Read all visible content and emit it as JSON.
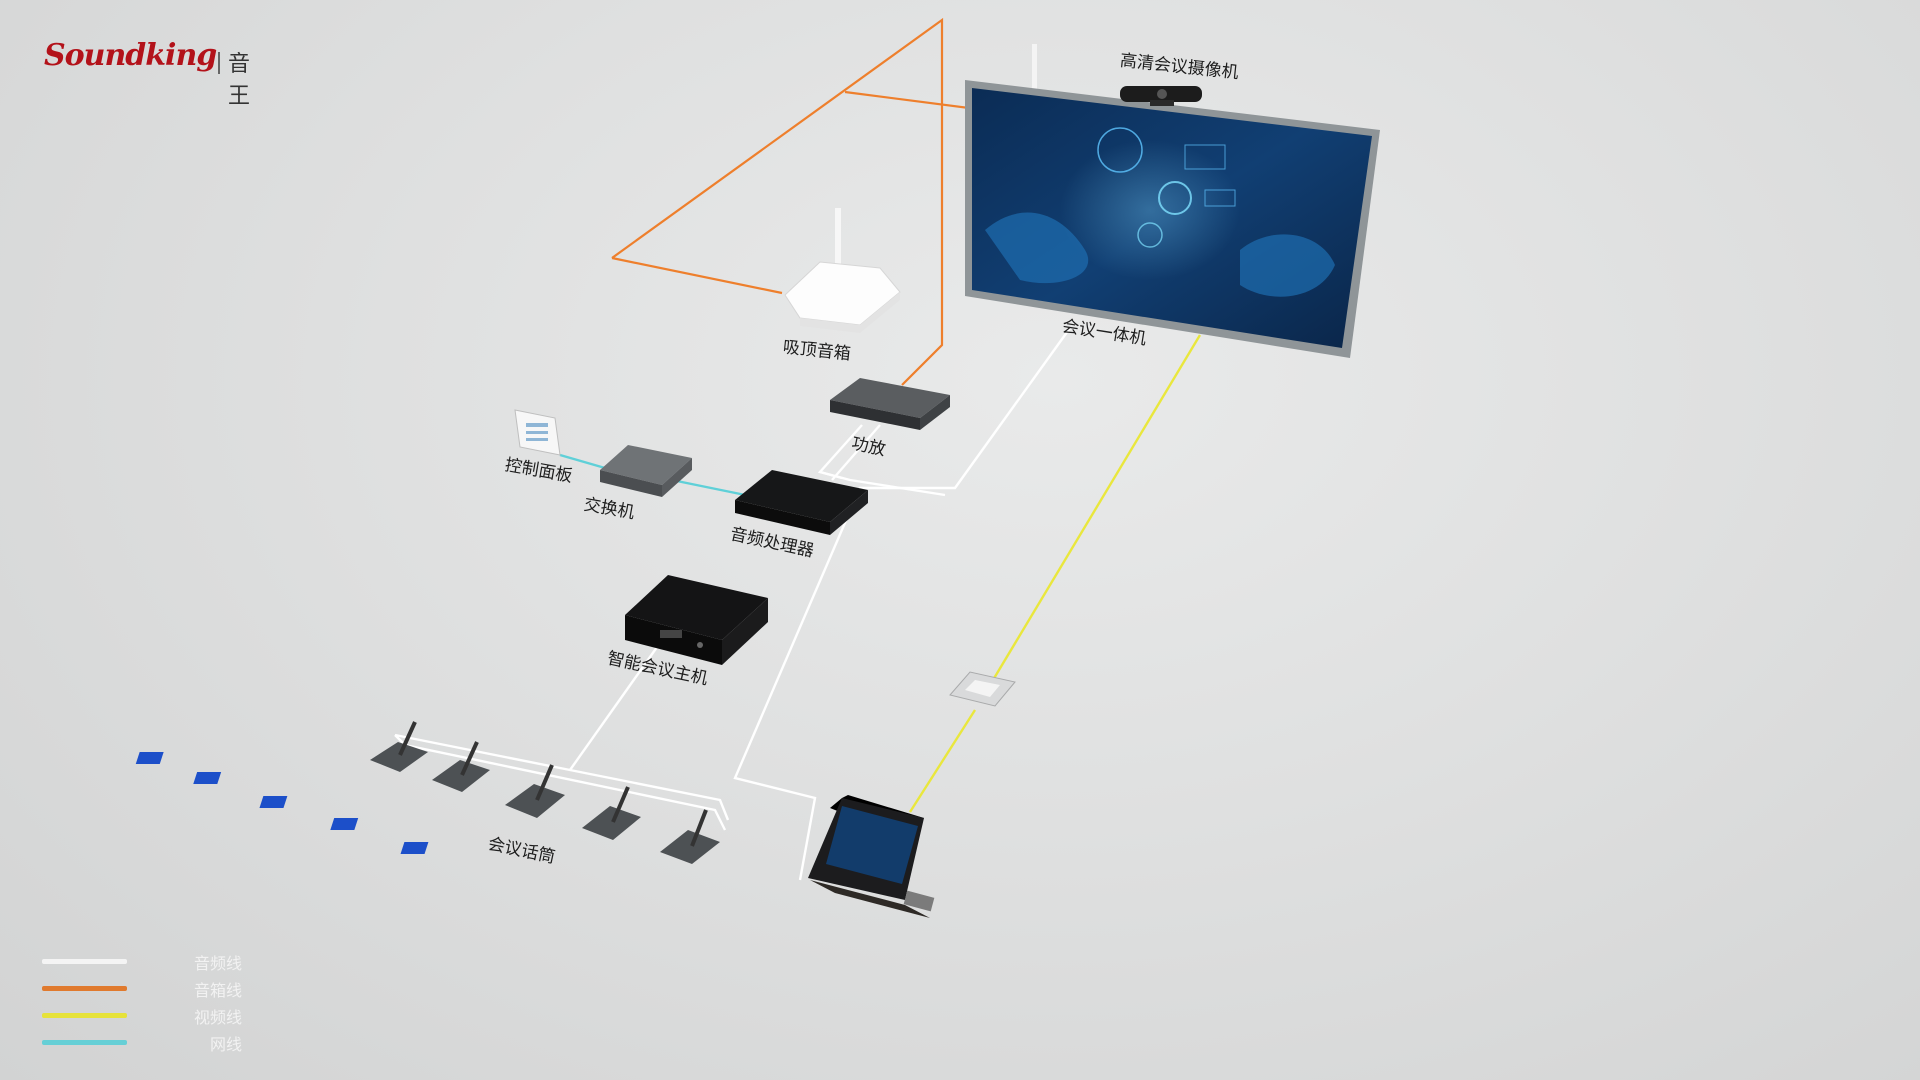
{
  "brand": {
    "name_en": "Soundking",
    "name_cn": "音王"
  },
  "labels": {
    "camera": "高清会议摄像机",
    "display": "会议一体机",
    "ceiling_speaker": "吸顶音箱",
    "amplifier": "功放",
    "control_panel": "控制面板",
    "switch": "交换机",
    "audio_processor": "音频处理器",
    "host": "智能会议主机",
    "microphones": "会议话筒"
  },
  "legend": [
    {
      "label": "音频线",
      "color": "#f4f4f4"
    },
    {
      "label": "音箱线",
      "color": "#e07a2e"
    },
    {
      "label": "视频线",
      "color": "#e6e23a"
    },
    {
      "label": "网线",
      "color": "#66cfd6"
    }
  ],
  "line_colors": {
    "audio": "#ffffff",
    "speaker": "#ee7f2c",
    "video": "#e9e73d",
    "network": "#5fd0d8"
  }
}
